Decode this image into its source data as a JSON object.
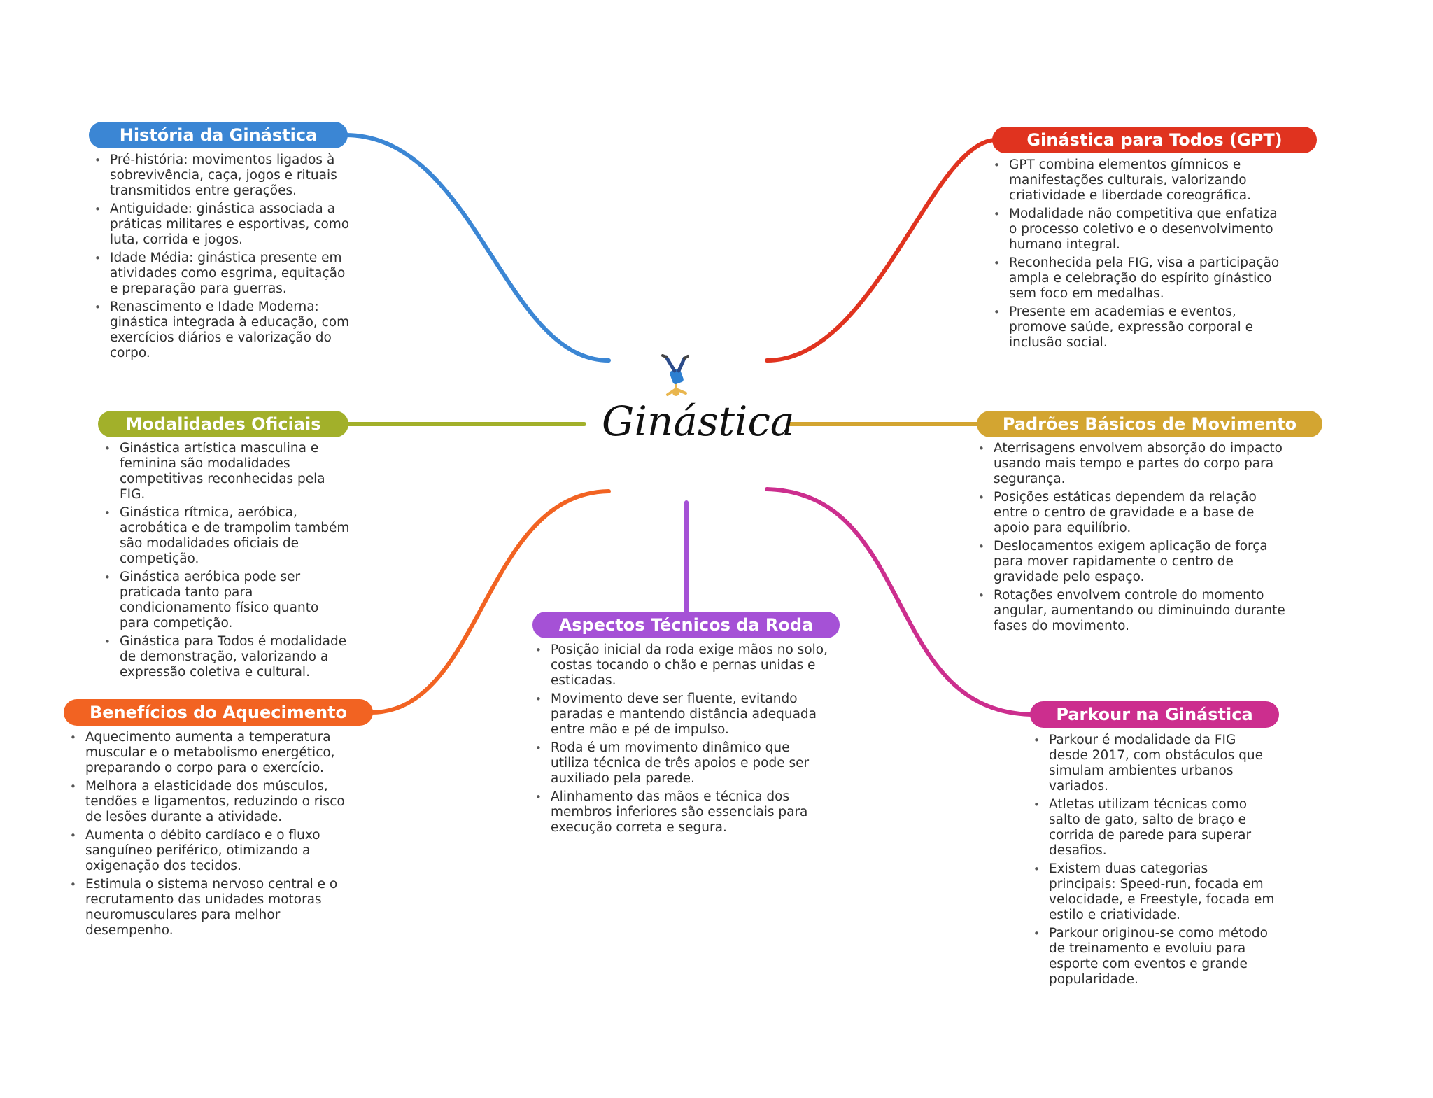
{
  "center": {
    "title": "Ginástica",
    "icon": "gymnast-handstand-icon"
  },
  "colors": {
    "historia": "#3b86d4",
    "modalidades": "#a2b02a",
    "beneficios": "#f26322",
    "aspectos": "#a551d6",
    "gpt": "#e0331f",
    "padroes": "#d3a531",
    "parkour": "#cc2e8e"
  },
  "branches": {
    "historia": {
      "title": "História da Ginástica",
      "items": [
        "Pré-história: movimentos ligados à sobrevivência, caça, jogos e rituais transmitidos entre gerações.",
        "Antiguidade: ginástica associada a práticas militares e esportivas, como luta, corrida e jogos.",
        "Idade Média: ginástica presente em atividades como esgrima, equitação e preparação para guerras.",
        "Renascimento e Idade Moderna: ginástica integrada à educação, com exercícios diários e valorização do corpo."
      ]
    },
    "modalidades": {
      "title": "Modalidades Oficiais",
      "items": [
        "Ginástica artística masculina e feminina são modalidades competitivas reconhecidas pela FIG.",
        "Ginástica rítmica, aeróbica, acrobática e de trampolim também são modalidades oficiais de competição.",
        "Ginástica aeróbica pode ser praticada tanto para condicionamento físico quanto para competição.",
        "Ginástica para Todos é modalidade de demonstração, valorizando a expressão coletiva e cultural."
      ]
    },
    "beneficios": {
      "title": "Benefícios do Aquecimento",
      "items": [
        "Aquecimento aumenta a temperatura muscular e o metabolismo energético, preparando o corpo para o exercício.",
        "Melhora a elasticidade dos músculos, tendões e ligamentos, reduzindo o risco de lesões durante a atividade.",
        "Aumenta o débito cardíaco e o fluxo sanguíneo periférico, otimizando a oxigenação dos tecidos.",
        "Estimula o sistema nervoso central e o recrutamento das unidades motoras neuromusculares para melhor desempenho."
      ]
    },
    "aspectos": {
      "title": "Aspectos Técnicos da Roda",
      "items": [
        "Posição inicial da roda exige mãos no solo, costas tocando o chão e pernas unidas e esticadas.",
        "Movimento deve ser fluente, evitando paradas e mantendo distância adequada entre mão e pé de impulso.",
        "Roda é um movimento dinâmico que utiliza técnica de três apoios e pode ser auxiliado pela parede.",
        "Alinhamento das mãos e técnica dos membros inferiores são essenciais para execução correta e segura."
      ]
    },
    "gpt": {
      "title": "Ginástica para Todos (GPT)",
      "items": [
        "GPT combina elementos gímnicos e manifestações culturais, valorizando criatividade e liberdade coreográfica.",
        "Modalidade não competitiva que enfatiza o processo coletivo e o desenvolvimento humano integral.",
        "Reconhecida pela FIG, visa a participação ampla e celebração do espírito gínástico sem foco em medalhas.",
        "Presente em academias e eventos, promove saúde, expressão corporal e inclusão social."
      ]
    },
    "padroes": {
      "title": "Padrões Básicos de Movimento",
      "items": [
        "Aterrisagens envolvem absorção do impacto usando mais tempo e partes do corpo para segurança.",
        "Posições estáticas dependem da relação entre o centro de gravidade e a base de apoio para equilíbrio.",
        "Deslocamentos exigem aplicação de força para mover rapidamente o centro de gravidade pelo espaço.",
        "Rotações envolvem controle do momento angular, aumentando ou diminuindo durante fases do movimento."
      ]
    },
    "parkour": {
      "title": "Parkour na Ginástica",
      "items": [
        "Parkour é modalidade da FIG desde 2017, com obstáculos que simulam ambientes urbanos variados.",
        "Atletas utilizam técnicas como salto de gato, salto de braço e corrida de parede para superar desafios.",
        "Existem duas categorias principais: Speed-run, focada em velocidade, e Freestyle, focada em estilo e criatividade.",
        "Parkour originou-se como método de treinamento e evoluiu para esporte com eventos e grande popularidade."
      ]
    }
  }
}
